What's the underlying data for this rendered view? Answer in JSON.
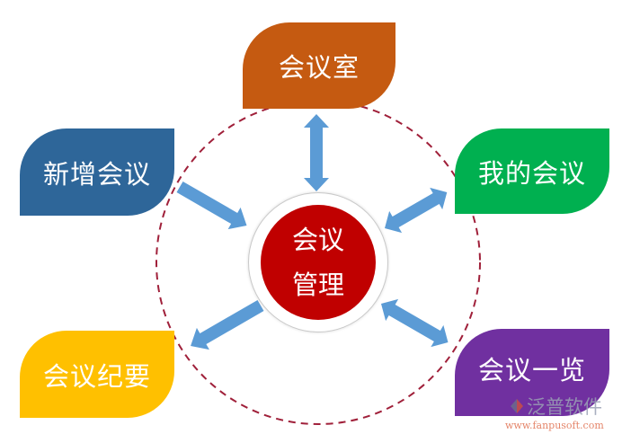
{
  "diagram": {
    "center": {
      "line1": "会议",
      "line2": "管理",
      "color": "#c00000"
    },
    "nodes": [
      {
        "id": "meeting-room",
        "label": "会议室",
        "color": "#c55a11"
      },
      {
        "id": "add-meeting",
        "label": "新增会议",
        "color": "#2e6699"
      },
      {
        "id": "my-meetings",
        "label": "我的会议",
        "color": "#00b050"
      },
      {
        "id": "meeting-minutes",
        "label": "会议纪要",
        "color": "#ffc000"
      },
      {
        "id": "meeting-overview",
        "label": "会议一览",
        "color": "#7030a0"
      }
    ],
    "arrow_color": "#5b9bd5",
    "ring_color": "#a0203a"
  },
  "watermark": {
    "name": "泛普软件",
    "url": "www.fanpusoft.com"
  }
}
